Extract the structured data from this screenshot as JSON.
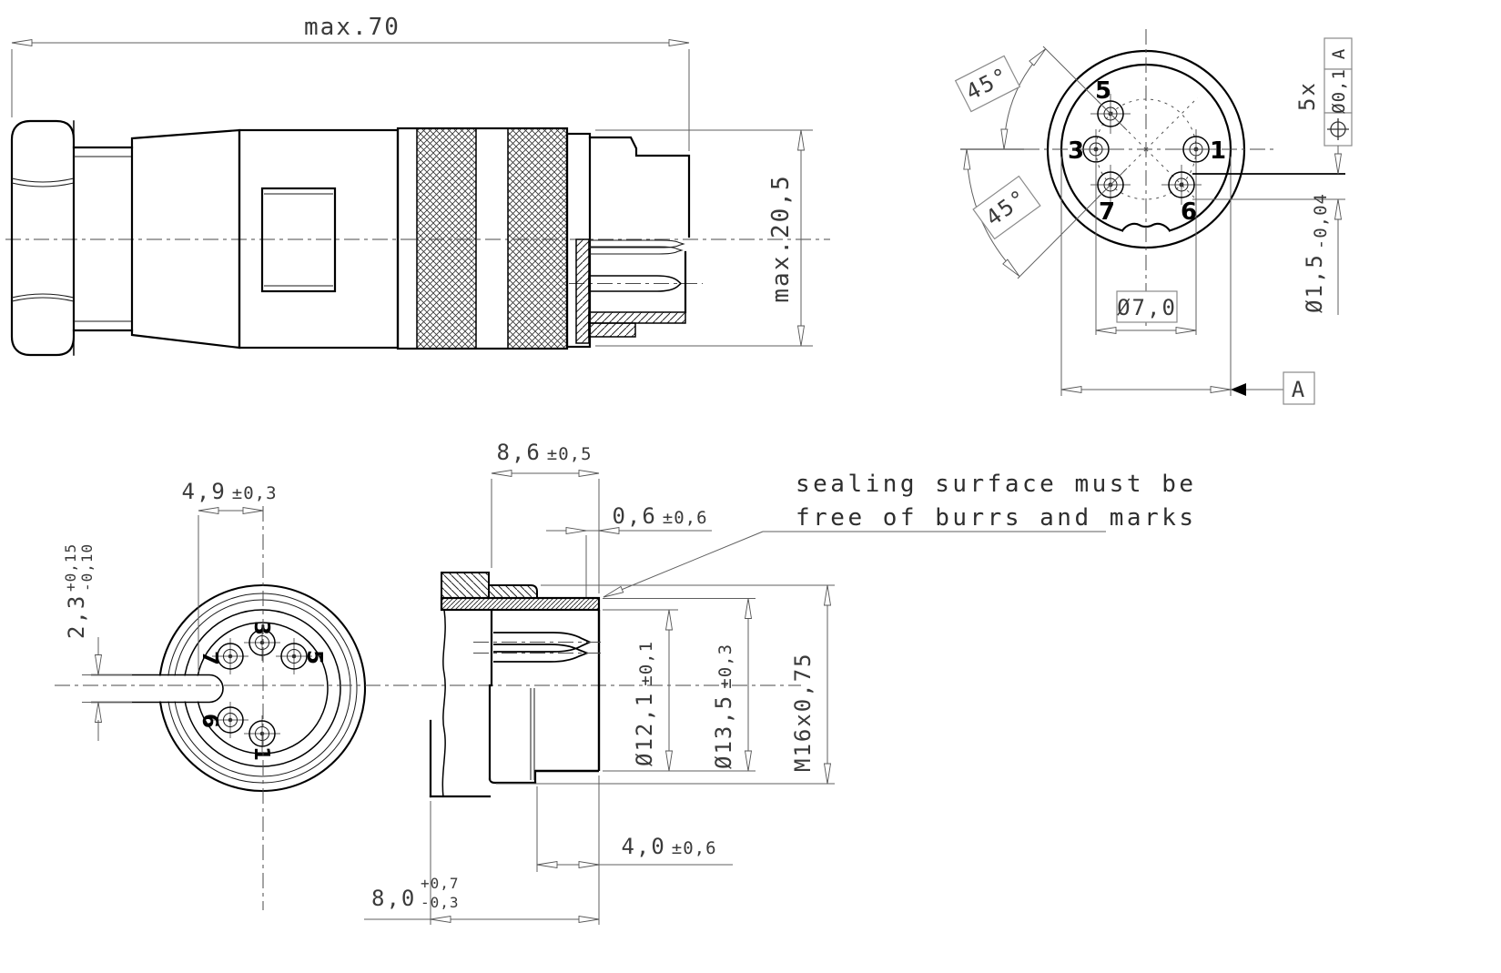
{
  "drawing": {
    "side_view": {
      "dim_length": "max.70",
      "dim_diameter": "max.20,5"
    },
    "male_face": {
      "angle_upper": "45°",
      "angle_lower": "45°",
      "pin_circle_dia": "Ø7,0",
      "count_label": "5x",
      "fcf_tolerance": "Ø0,1",
      "fcf_datum": "A",
      "pin_dia": "Ø1,5",
      "pin_dia_tol": "-0,04",
      "datum_flag": "A",
      "pin_labels": {
        "p5": "5",
        "p3": "3",
        "p1": "1",
        "p7": "7",
        "p6": "6"
      }
    },
    "female_face": {
      "pitch": "4,9",
      "pitch_tol": "±0,3",
      "key": "2,3",
      "key_tol_plus": "+0,15",
      "key_tol_minus": "-0,10",
      "pin_labels": {
        "p3": "3",
        "p7": "7",
        "p5": "5",
        "p6": "6",
        "p1": "1"
      }
    },
    "section_view": {
      "depth": "8,6",
      "depth_tol": "±0,5",
      "offset": "0,6",
      "offset_tol": "±0,6",
      "dia_inner": "Ø12,1",
      "dia_inner_tol": "±0,1",
      "dia_outer": "Ø13,5",
      "dia_outer_tol": "±0,3",
      "thread": "M16x0,75",
      "len_front": "4,0",
      "len_front_tol": "±0,6",
      "len_total": "8,0",
      "len_total_plus": "+0,7",
      "len_total_minus": "-0,3",
      "note_line1": "sealing surface must be",
      "note_line2": "free of burrs and marks"
    }
  }
}
